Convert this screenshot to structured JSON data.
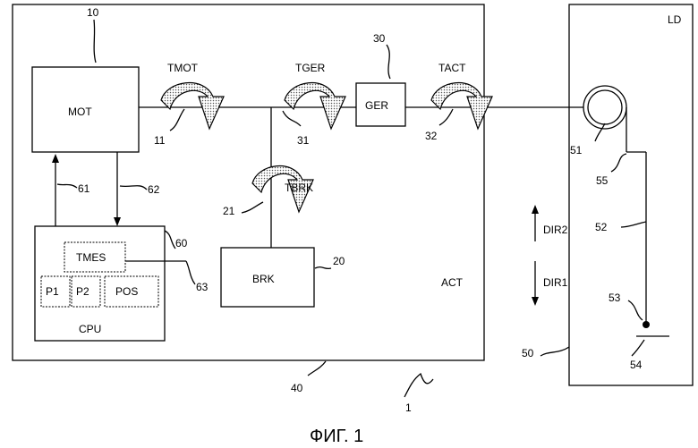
{
  "labels": {
    "n10": "10",
    "n30": "30",
    "ld": "LD",
    "tmot": "TMOT",
    "tger": "TGER",
    "tact": "TACT",
    "mot": "MOT",
    "ger": "GER",
    "n11": "11",
    "n31": "31",
    "n32": "32",
    "n51": "51",
    "n61": "61",
    "n62": "62",
    "n55": "55",
    "tbrk": "TBRK",
    "n21": "21",
    "dir2": "DIR2",
    "n52": "52",
    "n60": "60",
    "tmes": "TMES",
    "n20": "20",
    "p1": "P1",
    "p2": "P2",
    "pos": "POS",
    "n63": "63",
    "brk": "BRK",
    "act": "ACT",
    "dir1": "DIR1",
    "n53": "53",
    "cpu": "CPU",
    "n50": "50",
    "n54": "54",
    "n40": "40",
    "n1": "1",
    "caption": "ФИГ. 1"
  }
}
